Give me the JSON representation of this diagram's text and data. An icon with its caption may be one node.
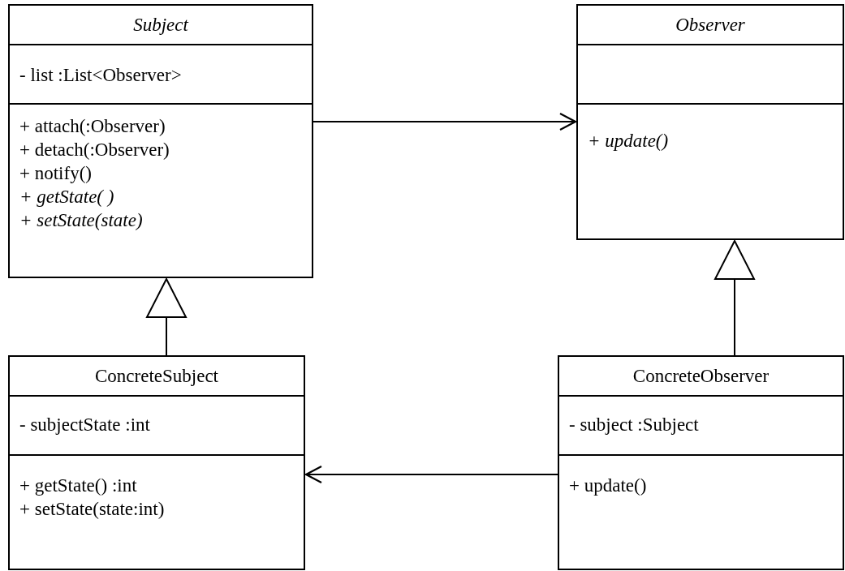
{
  "diagram": {
    "nodes": [
      {
        "text": [
          "Subject"
        ]
      },
      {
        "text": [
          "- list :List<Observer>"
        ],
        "in": 0
      },
      {
        "text": [
          "+ attach(:Observer)",
          "+ detach(:Observer)",
          "+ notify()",
          "*+ getState( )*",
          "*+ setState(state)*"
        ],
        "in": 0
      },
      {
        "text": [
          "Observer"
        ]
      },
      {
        "text": [],
        "shape": "box",
        "in": 3
      },
      {
        "text": [
          "*+ update()*"
        ],
        "in": 3
      },
      {
        "text": [
          "ConcreteSubject"
        ]
      },
      {
        "text": [
          "- subjectState :int"
        ],
        "in": 6
      },
      {
        "text": [
          "+ getState() :int",
          "+ setState(state:int)"
        ],
        "in": 6
      },
      {
        "text": [
          "ConcreteObserver"
        ]
      },
      {
        "text": [
          "- subject :Subject"
        ],
        "in": 9
      },
      {
        "text": [
          "+ update()"
        ],
        "in": 9
      }
    ],
    "edges": [
      {
        "from": 0,
        "to": 3,
        "arrow": "to"
      },
      {
        "from": 6,
        "to": 0,
        "arrow": "to"
      },
      {
        "from": 9,
        "to": 3,
        "arrow": "to"
      },
      {
        "from": 9,
        "to": 6,
        "arrow": "to"
      }
    ]
  }
}
